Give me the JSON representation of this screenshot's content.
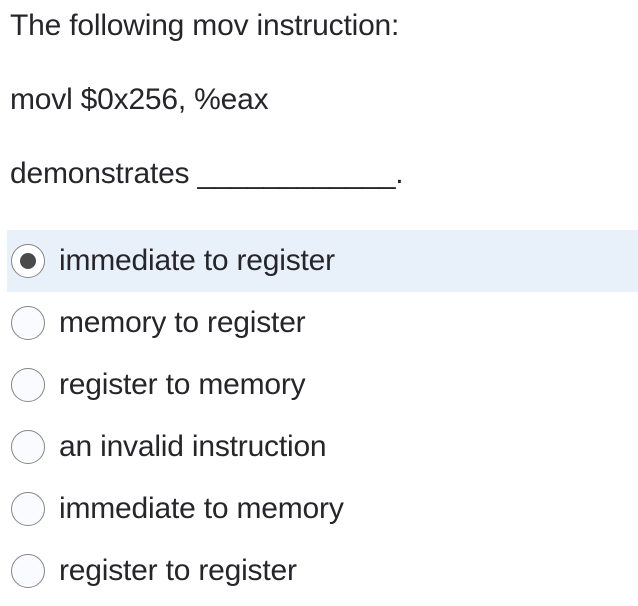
{
  "question": {
    "line1": "The following mov instruction:",
    "code": "movl $0x256, %eax",
    "line3": "demonstrates ____________."
  },
  "options": [
    {
      "label": "immediate to register",
      "selected": true
    },
    {
      "label": "memory to register",
      "selected": false
    },
    {
      "label": "register to memory",
      "selected": false
    },
    {
      "label": "an invalid instruction",
      "selected": false
    },
    {
      "label": "immediate to memory",
      "selected": false
    },
    {
      "label": "register to register",
      "selected": false
    }
  ],
  "colors": {
    "background": "#ffffff",
    "text": "#26262a",
    "selected_row_highlight": "#e8f0fa",
    "radio_border": "#868686",
    "radio_dot": "#4a4a4a",
    "radio_fill_unselected": "#fafbfe",
    "radio_fill_selected": "#ffffff"
  }
}
